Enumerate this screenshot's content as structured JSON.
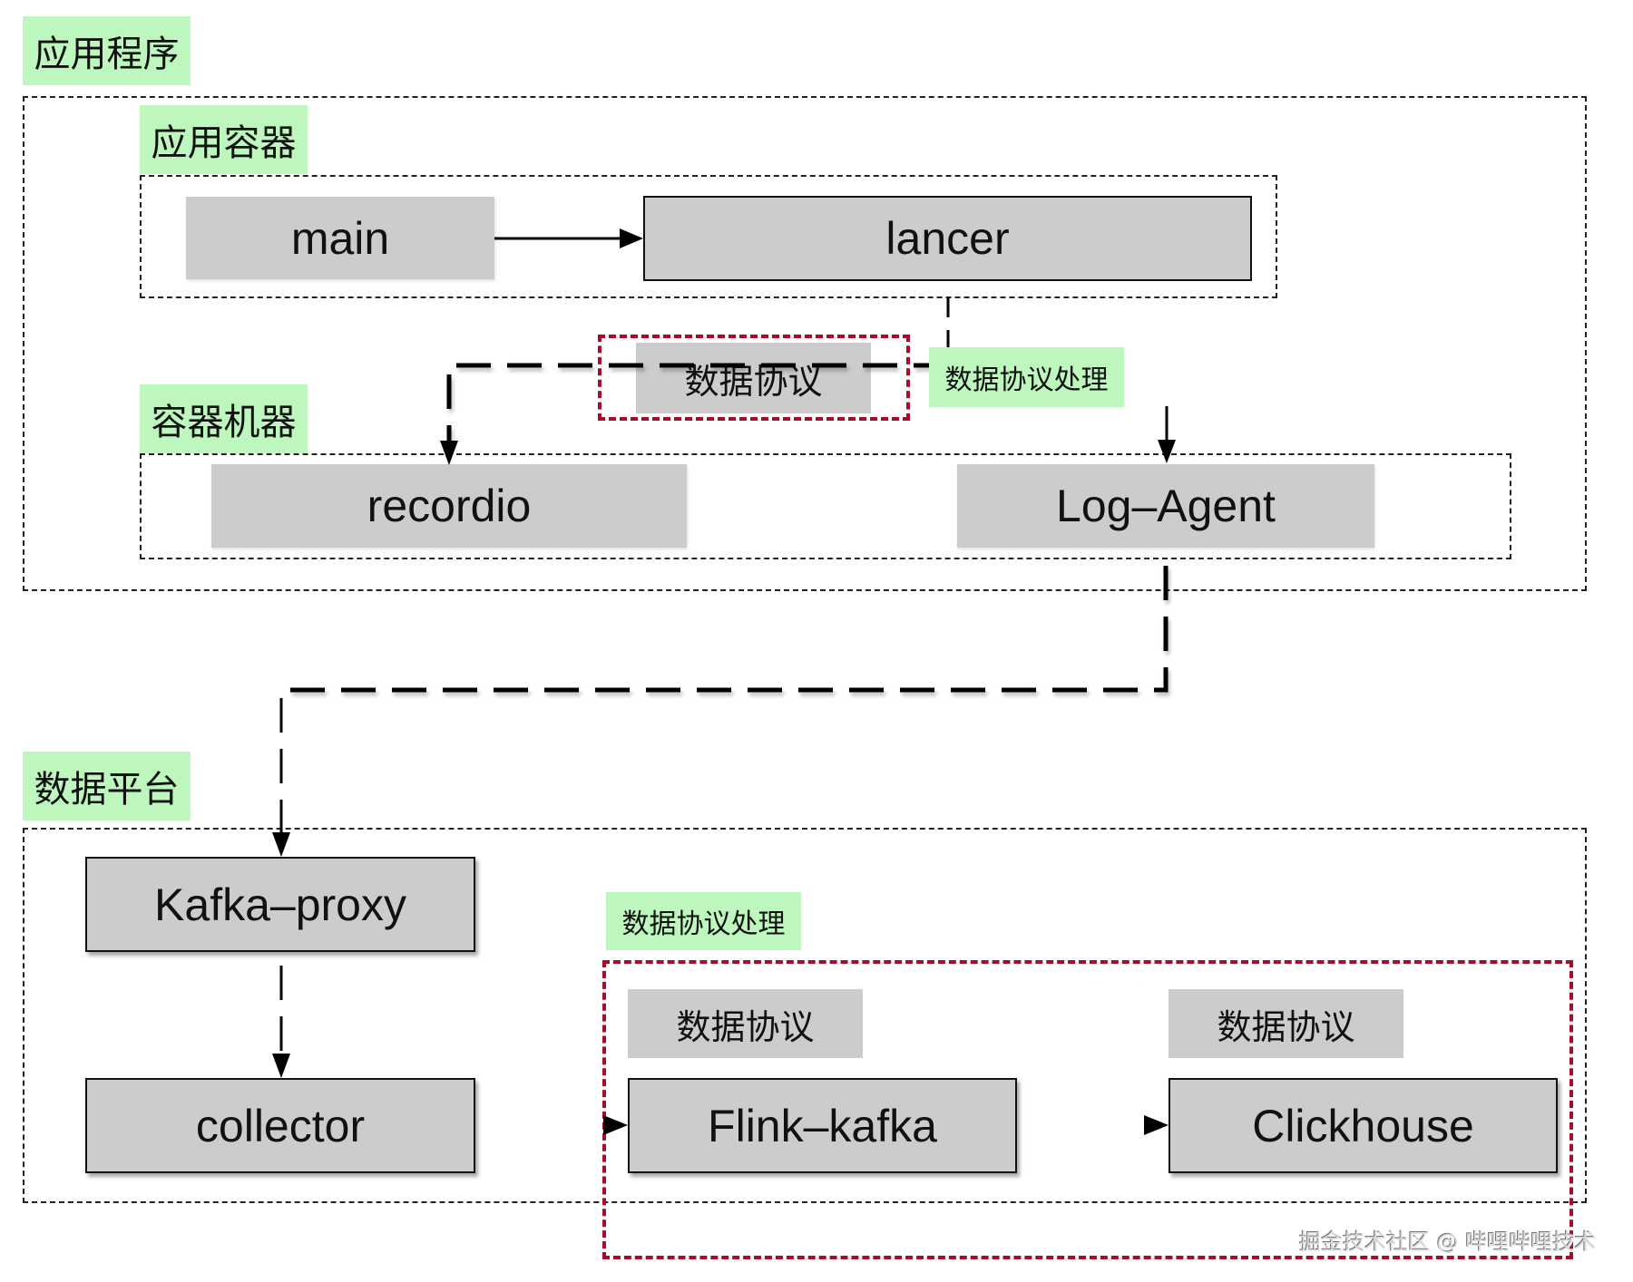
{
  "groups": {
    "application": {
      "label": "应用程序"
    },
    "app_container": {
      "label": "应用容器"
    },
    "container_machine": {
      "label": "容器机器"
    },
    "data_platform": {
      "label": "数据平台"
    }
  },
  "nodes": {
    "main": "main",
    "lancer": "lancer",
    "recordio": "recordio",
    "log_agent": "Log–Agent",
    "kafka_proxy": "Kafka–proxy",
    "collector": "collector",
    "flink_kafka": "Flink–kafka",
    "clickhouse": "Clickhouse"
  },
  "protocol_labels": {
    "upper_protocol": "数据协议",
    "upper_processing": "数据协议处理",
    "lower_processing": "数据协议处理",
    "flink_protocol": "数据协议",
    "clickhouse_protocol": "数据协议"
  },
  "edges": [
    {
      "from": "main",
      "to": "lancer",
      "style": "solid"
    },
    {
      "from": "lancer",
      "to": "recordio",
      "style": "dashed"
    },
    {
      "from": "lancer",
      "to": "log_agent",
      "style": "dashed"
    },
    {
      "from": "log_agent",
      "to": "kafka_proxy",
      "style": "dashed"
    },
    {
      "from": "kafka_proxy",
      "to": "collector",
      "style": "dashed"
    },
    {
      "from": "collector",
      "to": "flink_kafka",
      "style": "dashed"
    },
    {
      "from": "flink_kafka",
      "to": "clickhouse",
      "style": "dashed"
    }
  ],
  "colors": {
    "label_bg": "#bdf7bd",
    "node_bg": "#cccccc",
    "highlight_red": "#a50d2a"
  },
  "watermark": "掘金技术社区 @ 哔哩哔哩技术"
}
